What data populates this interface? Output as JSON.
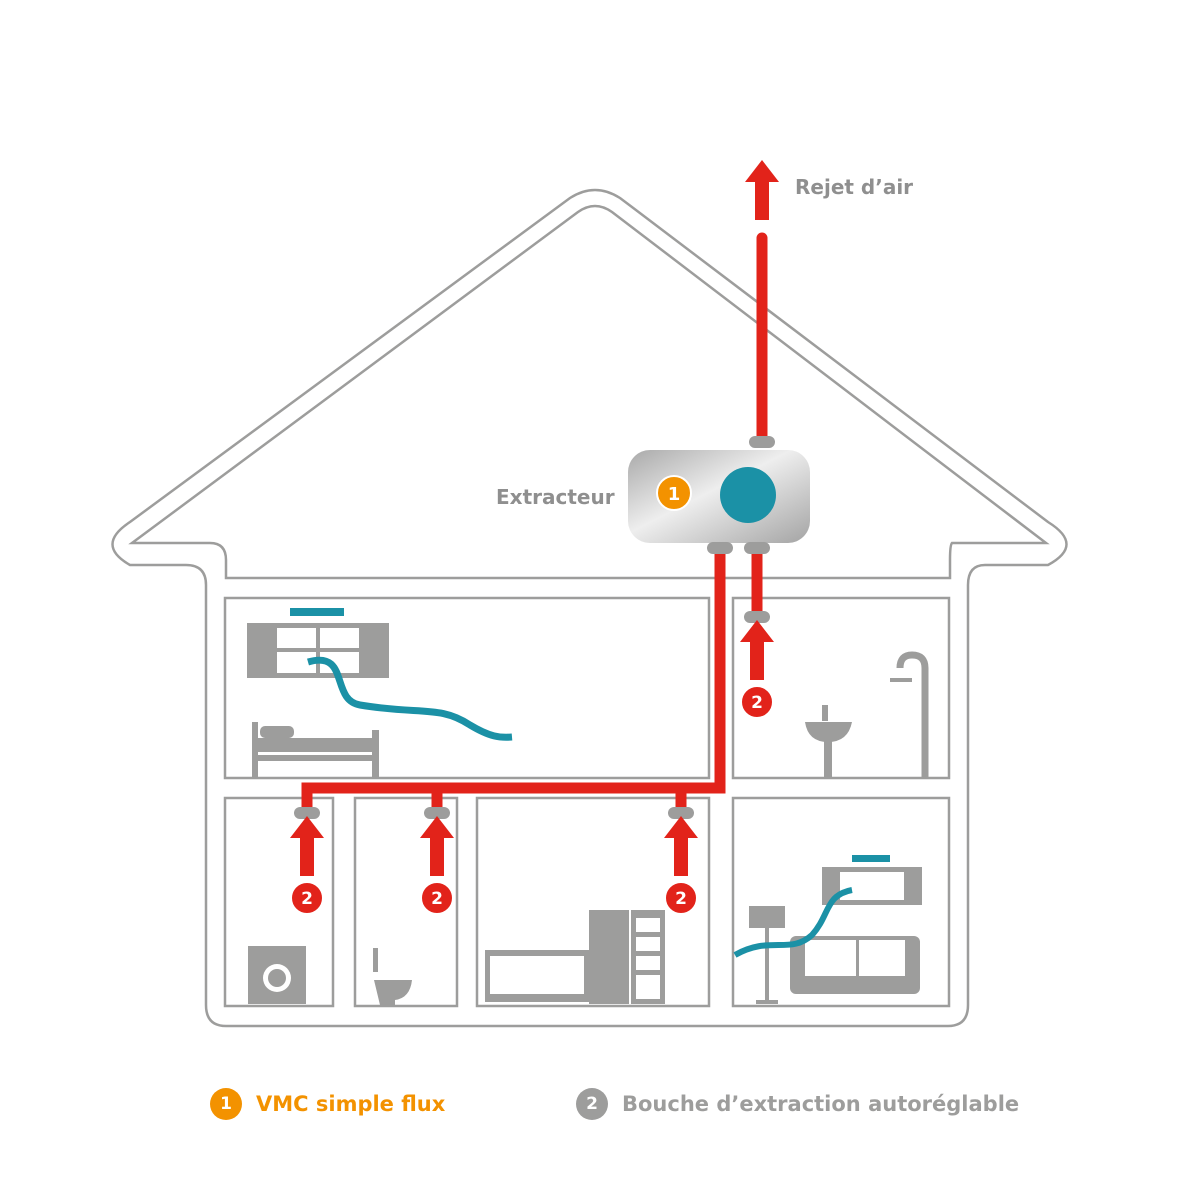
{
  "labels": {
    "exhaust": "Rejet d’air",
    "extractor": "Extracteur"
  },
  "markers": {
    "vmc": "1",
    "vent": "2"
  },
  "legend": [
    {
      "number": "1",
      "text": "VMC simple flux",
      "color": "#f39200"
    },
    {
      "number": "2",
      "text": "Bouche d’extraction autoréglable",
      "color": "#9d9d9c"
    }
  ],
  "colors": {
    "pipe": "#e2231a",
    "outline": "#9d9d9c",
    "accent": "#1b91a6",
    "orange": "#f39200"
  }
}
